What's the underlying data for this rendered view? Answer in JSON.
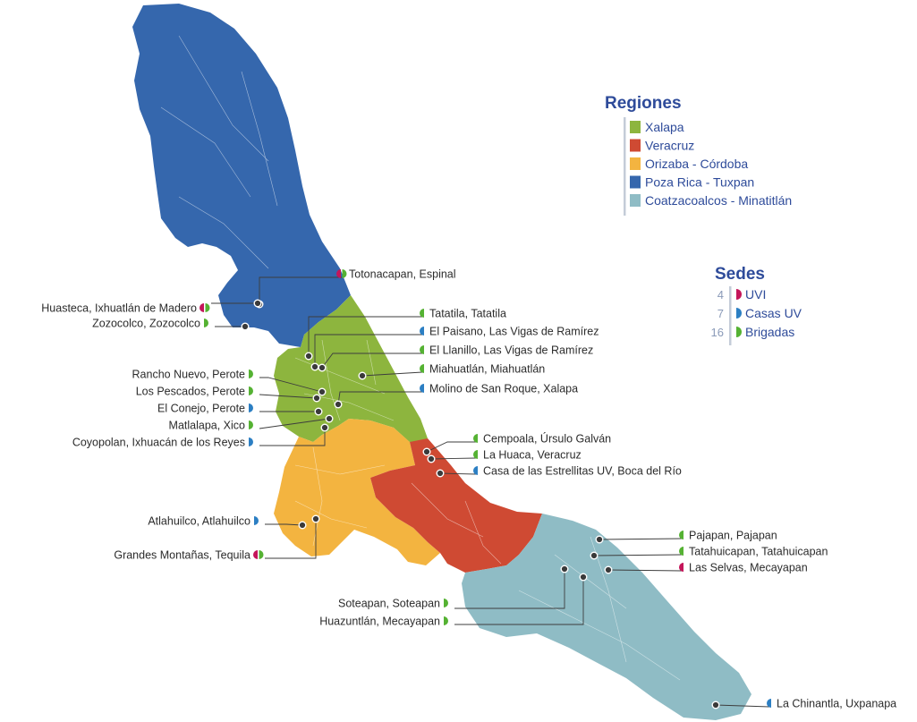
{
  "colors": {
    "xalapa": "#8db53e",
    "veracruz": "#cf4a33",
    "orizaba": "#f3b440",
    "pozarica": "#3567ad",
    "coatza": "#8fbcc5",
    "uvi": "#c4165a",
    "casas": "#2c7fc3",
    "brigadas": "#55b233",
    "legendText": "#2e4b9a"
  },
  "legend": {
    "regions_title": "Regiones",
    "regions": [
      {
        "label": "Xalapa",
        "color": "#8db53e"
      },
      {
        "label": "Veracruz",
        "color": "#cf4a33"
      },
      {
        "label": "Orizaba - Córdoba",
        "color": "#f3b440"
      },
      {
        "label": "Poza Rica - Tuxpan",
        "color": "#3567ad"
      },
      {
        "label": "Coatzacoalcos - Minatitlán",
        "color": "#8fbcc5"
      }
    ],
    "sedes_title": "Sedes",
    "sedes": [
      {
        "count": "4",
        "label": "UVI",
        "color": "#c4165a"
      },
      {
        "count": "7",
        "label": "Casas UV",
        "color": "#2c7fc3"
      },
      {
        "count": "16",
        "label": "Brigadas",
        "color": "#55b233"
      }
    ]
  },
  "sites": [
    {
      "label": "Totonacapan, Espinal",
      "types": [
        "uvi",
        "brigadas"
      ]
    },
    {
      "label": "Huasteca, Ixhuatlán de Madero",
      "types": [
        "uvi",
        "brigadas"
      ]
    },
    {
      "label": "Zozocolco, Zozocolco",
      "types": [
        "brigadas"
      ]
    },
    {
      "label": "Tatatila, Tatatila",
      "types": [
        "brigadas"
      ]
    },
    {
      "label": "El Paisano, Las Vigas de Ramírez",
      "types": [
        "casas"
      ]
    },
    {
      "label": "El Llanillo, Las Vigas de Ramírez",
      "types": [
        "brigadas"
      ]
    },
    {
      "label": "Miahuatlán, Miahuatlán",
      "types": [
        "brigadas"
      ]
    },
    {
      "label": "Molino de San Roque, Xalapa",
      "types": [
        "casas"
      ]
    },
    {
      "label": "Rancho Nuevo, Perote",
      "types": [
        "brigadas"
      ]
    },
    {
      "label": "Los Pescados, Perote",
      "types": [
        "brigadas"
      ]
    },
    {
      "label": "El Conejo, Perote",
      "types": [
        "casas"
      ]
    },
    {
      "label": "Matlalapa, Xico",
      "types": [
        "brigadas"
      ]
    },
    {
      "label": "Coyopolan, Ixhuacán de los Reyes",
      "types": [
        "casas"
      ]
    },
    {
      "label": "Cempoala, Úrsulo Galván",
      "types": [
        "brigadas"
      ]
    },
    {
      "label": "La Huaca, Veracruz",
      "types": [
        "brigadas"
      ]
    },
    {
      "label": "Casa de las Estrellitas UV, Boca del Río",
      "types": [
        "casas"
      ]
    },
    {
      "label": "Atlahuilco, Atlahuilco",
      "types": [
        "casas"
      ]
    },
    {
      "label": "Grandes Montañas, Tequila",
      "types": [
        "uvi",
        "brigadas"
      ]
    },
    {
      "label": "Pajapan, Pajapan",
      "types": [
        "brigadas"
      ]
    },
    {
      "label": "Tatahuicapan, Tatahuicapan",
      "types": [
        "brigadas"
      ]
    },
    {
      "label": "Las Selvas, Mecayapan",
      "types": [
        "uvi"
      ]
    },
    {
      "label": "Soteapan, Soteapan",
      "types": [
        "brigadas"
      ]
    },
    {
      "label": "Huazuntlán, Mecayapan",
      "types": [
        "brigadas"
      ]
    },
    {
      "label": "La Chinantla, Uxpanapa",
      "types": [
        "casas"
      ]
    }
  ]
}
